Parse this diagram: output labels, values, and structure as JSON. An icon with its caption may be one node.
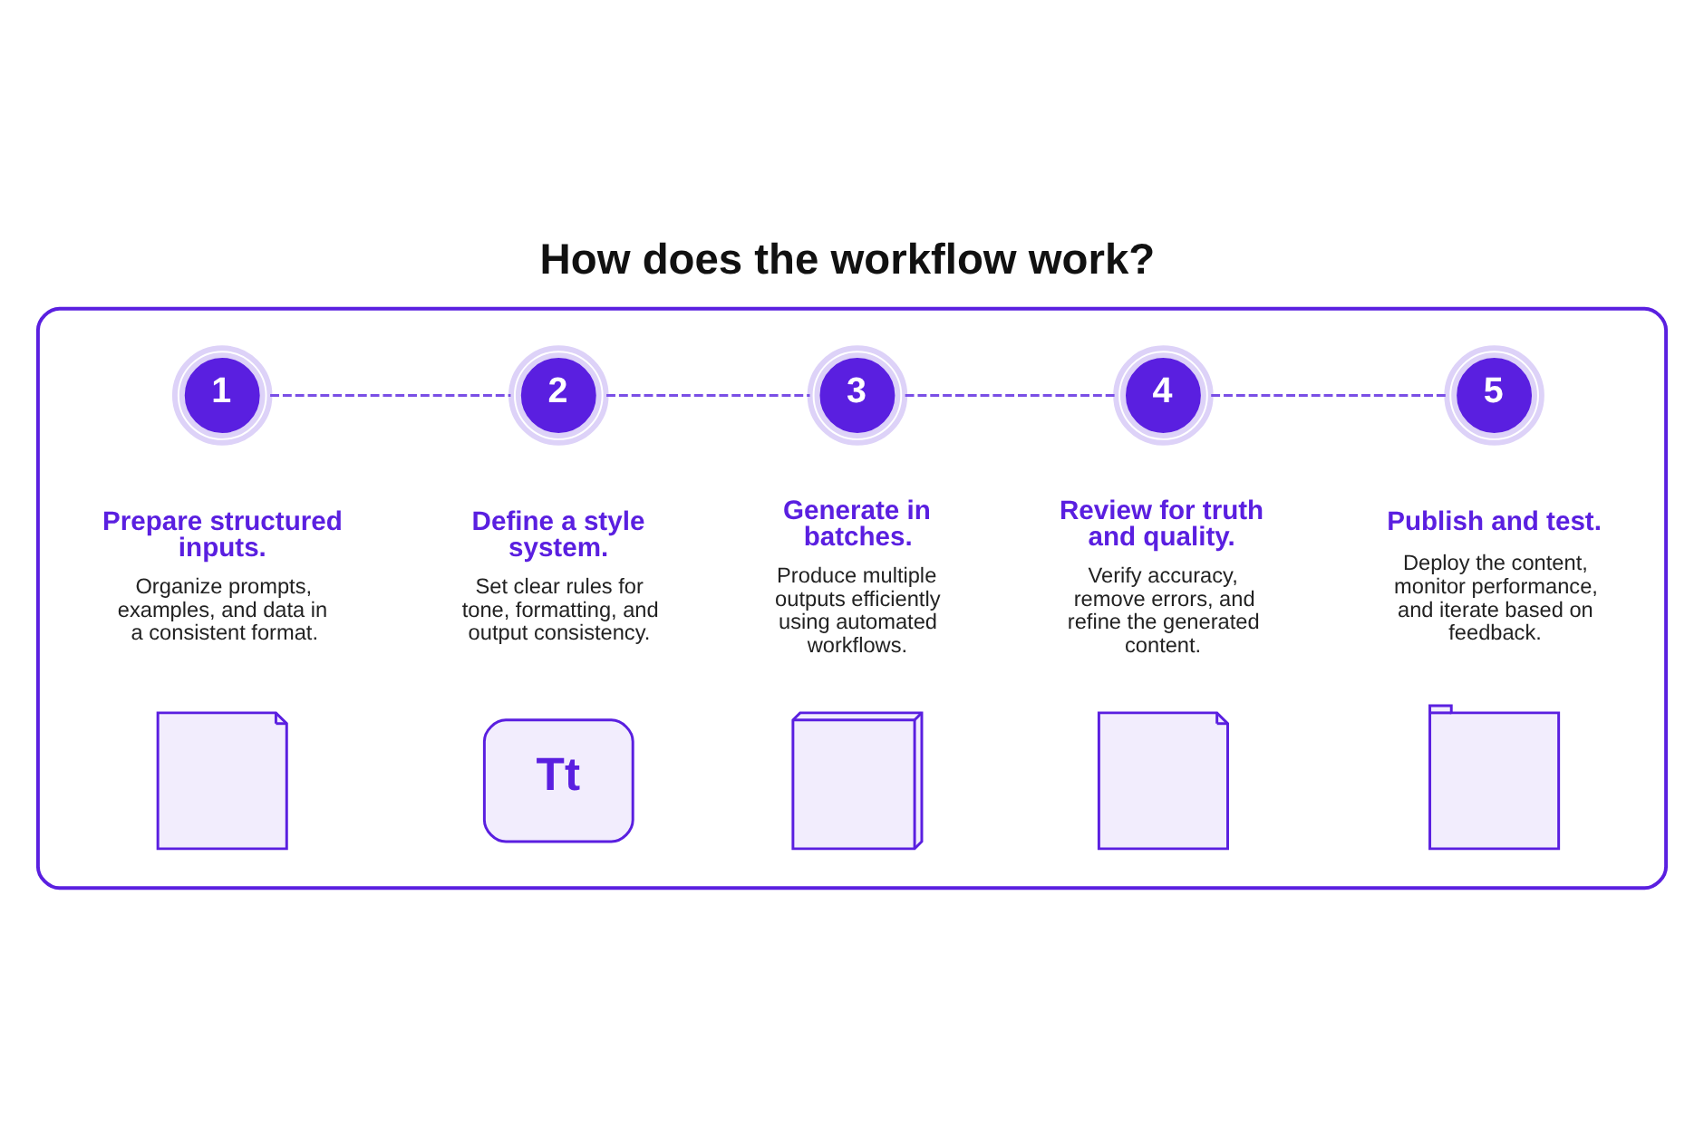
{
  "diagram": {
    "title": "How does the workflow work?",
    "nodes": [
      {
        "text": [],
        "shape": "box"
      },
      {
        "text": [
          "1"
        ],
        "in": 0,
        "beside": [
          "Prepare structured inputs.",
          "Organize prompts, examples, and data in a consistent format."
        ]
      },
      {
        "text": [
          "2"
        ],
        "in": 0,
        "beside": [
          "Define a style system.",
          "Set clear rules for tone, formatting, and output consistency."
        ]
      },
      {
        "text": [
          "3"
        ],
        "in": 0,
        "beside": [
          "Generate in batches.",
          "Produce multiple outputs efficiently using automated workflows."
        ]
      },
      {
        "text": [
          "4"
        ],
        "in": 0,
        "beside": [
          "Review for truth and quality.",
          "Verify accuracy, remove errors, and refine the generated content."
        ]
      },
      {
        "text": [
          "5"
        ],
        "in": 0,
        "beside": [
          "Publish and test.",
          "Deploy the content, monitor performance, and iterate based on feedback."
        ]
      },
      {
        "text": [],
        "shape": "picture",
        "in": 0
      },
      {
        "text": [
          "Tt"
        ],
        "in": 0
      },
      {
        "text": [],
        "shape": "picture",
        "in": 0
      },
      {
        "text": [],
        "shape": "picture",
        "in": 0
      },
      {
        "text": [],
        "shape": "picture",
        "in": 0
      }
    ],
    "edges": [
      {
        "from": 1,
        "to": 2,
        "arrow": "none",
        "style": "dashed"
      },
      {
        "from": 2,
        "to": 3,
        "arrow": "none",
        "style": "dashed"
      },
      {
        "from": 3,
        "to": 4,
        "arrow": "none",
        "style": "dashed"
      },
      {
        "from": 4,
        "to": 5,
        "arrow": "none",
        "style": "dashed"
      }
    ]
  }
}
